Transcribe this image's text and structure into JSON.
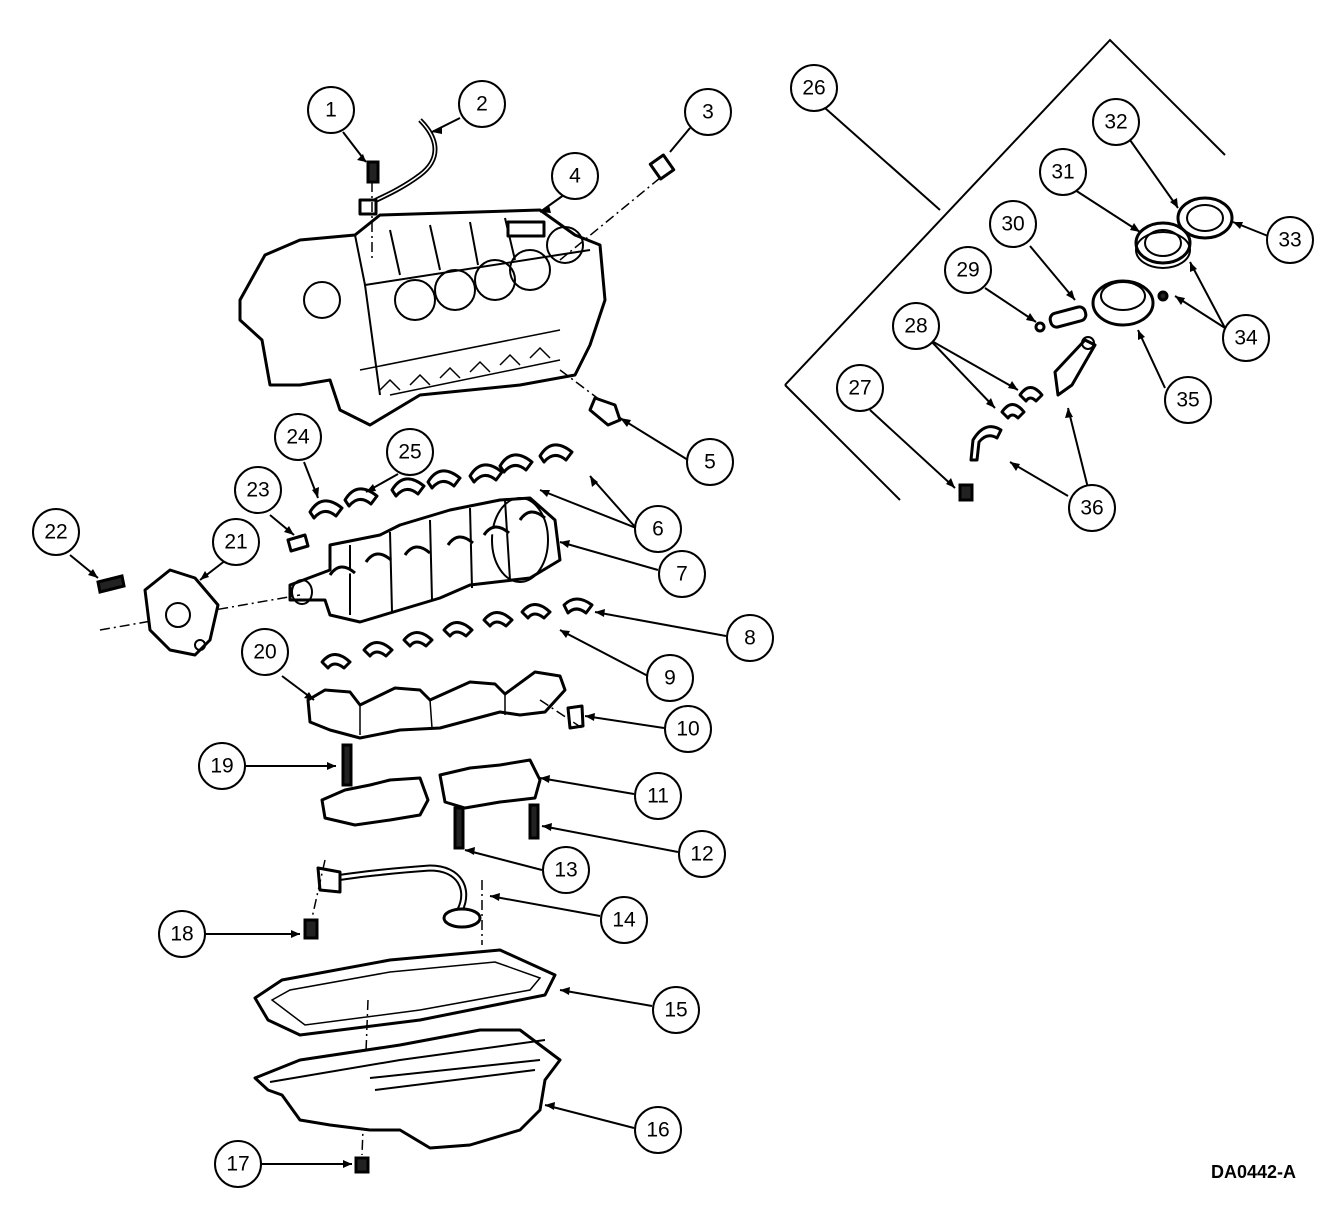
{
  "figure_code": "DA0442-A",
  "callouts": [
    "1",
    "2",
    "3",
    "4",
    "5",
    "6",
    "7",
    "8",
    "9",
    "10",
    "11",
    "12",
    "13",
    "14",
    "15",
    "16",
    "17",
    "18",
    "19",
    "20",
    "21",
    "22",
    "23",
    "24",
    "25",
    "26",
    "27",
    "28",
    "29",
    "30",
    "31",
    "32",
    "33",
    "34",
    "35",
    "36"
  ],
  "colors": {
    "ink": "#000000",
    "paper": "#ffffff"
  }
}
